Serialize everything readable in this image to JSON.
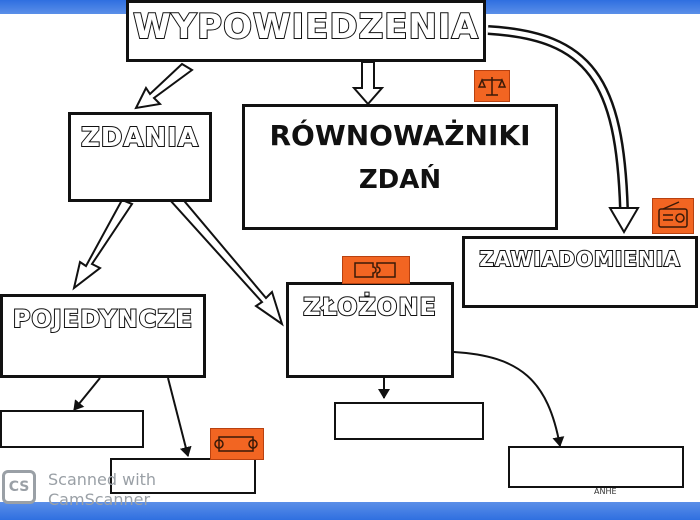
{
  "diagram": {
    "root": {
      "label": "WYPOWIEDZENIA"
    },
    "nodes": {
      "zdania": "ZDANIA",
      "rownowazniki_line1": "RÓWNOWAŻNIKI",
      "rownowazniki_line2": "ZDAŃ",
      "zawiadomienia": "ZAWIADOMIENIA",
      "pojedyncze": "POJEDYNCZE",
      "zlozone": "ZŁOŻONE"
    },
    "empty_boxes_count_shown": 4,
    "tag_icons": [
      "scales-icon",
      "radio-icon",
      "puzzle-icon",
      "scroll-icon"
    ]
  },
  "watermark": {
    "mark": "CS",
    "line1": "Scanned with",
    "line2": "CamScanner"
  },
  "author": "ANHE"
}
